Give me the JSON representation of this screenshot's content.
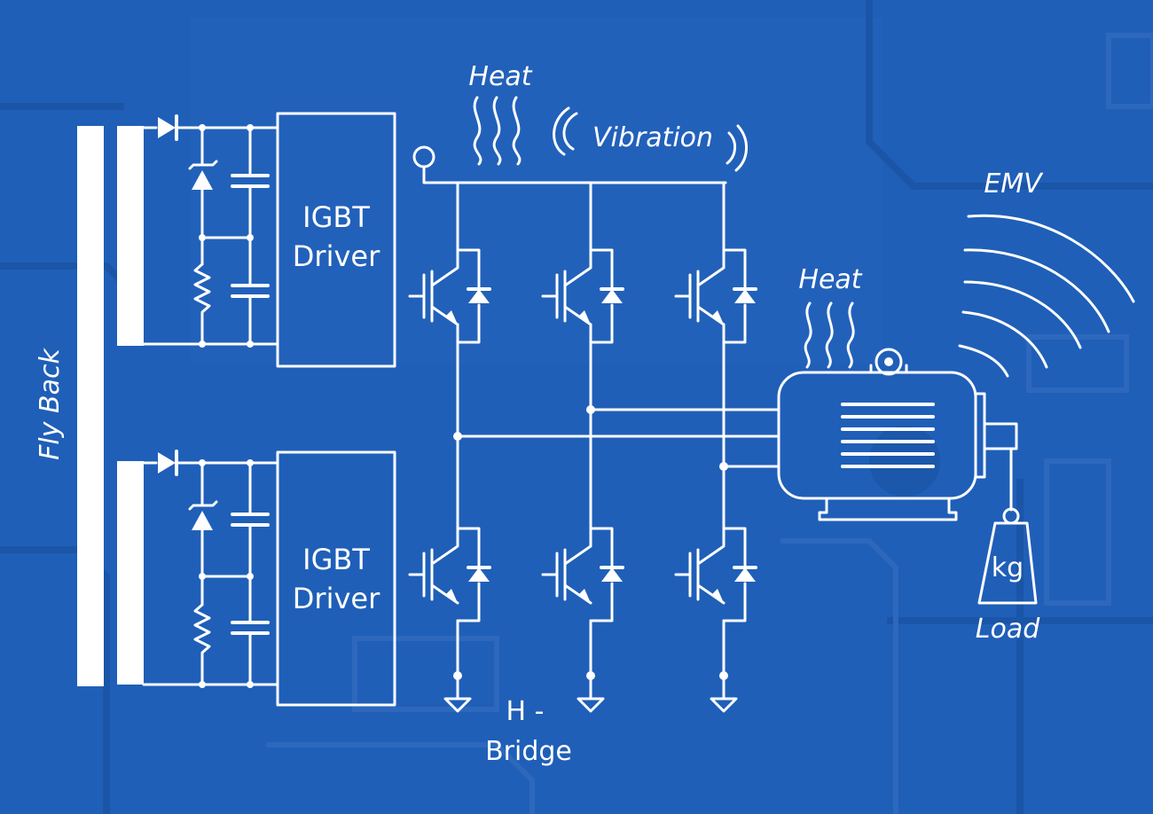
{
  "labels": {
    "fly_back": "Fly Back",
    "heat_top": "Heat",
    "vibration": "Vibration",
    "emv": "EMV",
    "heat_motor": "Heat",
    "igbt_driver_top_line1": "IGBT",
    "igbt_driver_top_line2": "Driver",
    "igbt_driver_bottom_line1": "IGBT",
    "igbt_driver_bottom_line2": "Driver",
    "h_bridge_line1": "H -",
    "h_bridge_line2": "Bridge",
    "kg": "kg",
    "load": "Load"
  },
  "colors": {
    "background": "#1f5fb8",
    "foreground": "#ffffff"
  }
}
